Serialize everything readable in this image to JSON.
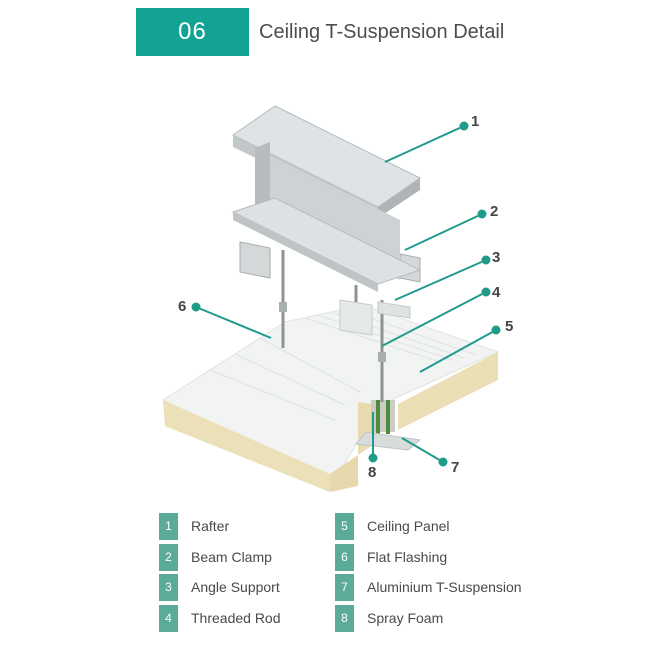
{
  "header": {
    "number": "06",
    "title": "Ceiling T-Suspension Detail"
  },
  "colors": {
    "accent": "#12a394",
    "legend_badge": "#5bab9b",
    "callout": "#1f9b8b",
    "foam": "#efe3bd",
    "panel_top": "#f3f4f4",
    "steel": "#c6cbcd"
  },
  "callouts": [
    "1",
    "2",
    "3",
    "4",
    "5",
    "6",
    "7",
    "8"
  ],
  "legend": {
    "items": [
      {
        "num": "1",
        "label": "Rafter"
      },
      {
        "num": "2",
        "label": "Beam Clamp"
      },
      {
        "num": "3",
        "label": "Angle Support"
      },
      {
        "num": "4",
        "label": "Threaded Rod"
      },
      {
        "num": "5",
        "label": "Ceiling Panel"
      },
      {
        "num": "6",
        "label": "Flat Flashing"
      },
      {
        "num": "7",
        "label": "Aluminium T-Suspension"
      },
      {
        "num": "8",
        "label": "Spray Foam"
      }
    ]
  }
}
